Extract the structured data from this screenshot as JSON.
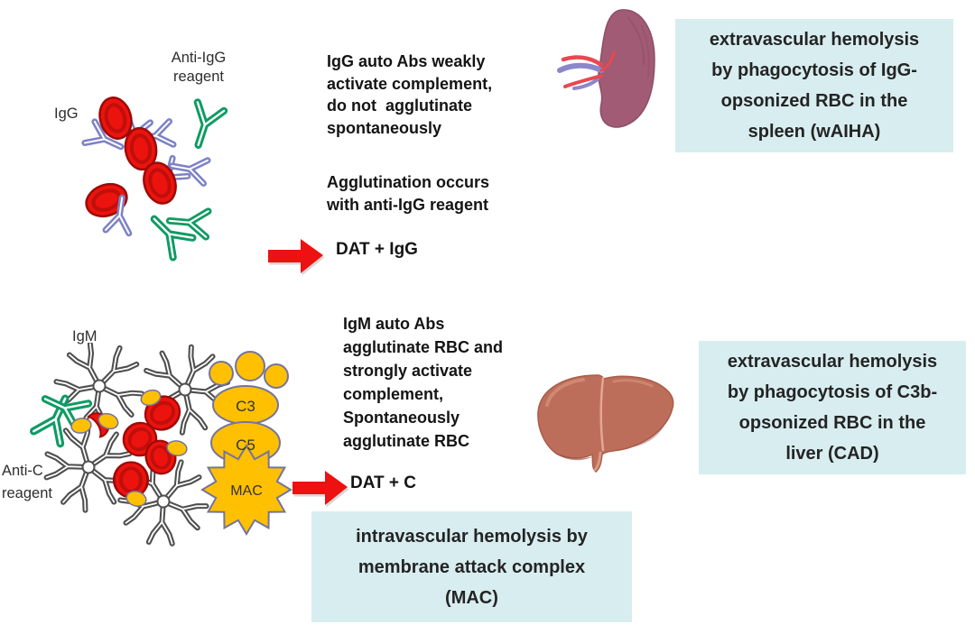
{
  "figure": {
    "top": {
      "igg_label": "IgG",
      "anti_igg_label": "Anti-IgG\nreagent",
      "main_text": "IgG auto Abs weakly\nactivate complement,\ndo not  agglutinate\nspontaneously",
      "secondary_text": "Agglutination occurs\nwith anti-IgG reagent",
      "dat_result": "DAT + IgG",
      "outcome": "extravascular hemolysis\nby phagocytosis of IgG-\nopsonized RBC in the\nspleen (wAIHA)"
    },
    "bottom": {
      "igm_label": "IgM",
      "anti_c_label": "Anti-C\nreagent",
      "c3_label": "C3",
      "c5_label": "C5",
      "mac_label": "MAC",
      "main_text": "IgM auto Abs\nagglutinate RBC and\nstrongly activate\ncomplement,\nSpontaneously\nagglutinate RBC",
      "dat_result": "DAT + C",
      "outcome_liver": "extravascular hemolysis\nby phagocytosis of C3b-\nopsonized RBC in the\nliver (CAD)",
      "outcome_mac": "intravascular hemolysis by\nmembrane attack complex\n(MAC)"
    },
    "icons": {
      "spleen": "spleen-organ-icon",
      "liver": "liver-organ-icon",
      "arrow": "red-right-arrow-icon",
      "rbc": "red-blood-cell-icon",
      "igg_antibody": "igg-antibody-icon",
      "igm_pentamer": "igm-pentamer-icon",
      "green_antibody": "reagent-antibody-icon",
      "complement_fragment": "c3b-fragment-icon"
    },
    "colors": {
      "note_bg": "#d8edf0",
      "arrow_red": "#ee1111",
      "rbc_red": "#ec130e",
      "igg_purple": "#7d81c6",
      "reagent_green": "#0e9b63",
      "igm_gray": "#4f4f4f",
      "complement_yellow": "#ffc002",
      "spleen": "#a15b74",
      "liver": "#bd6e5b"
    }
  }
}
